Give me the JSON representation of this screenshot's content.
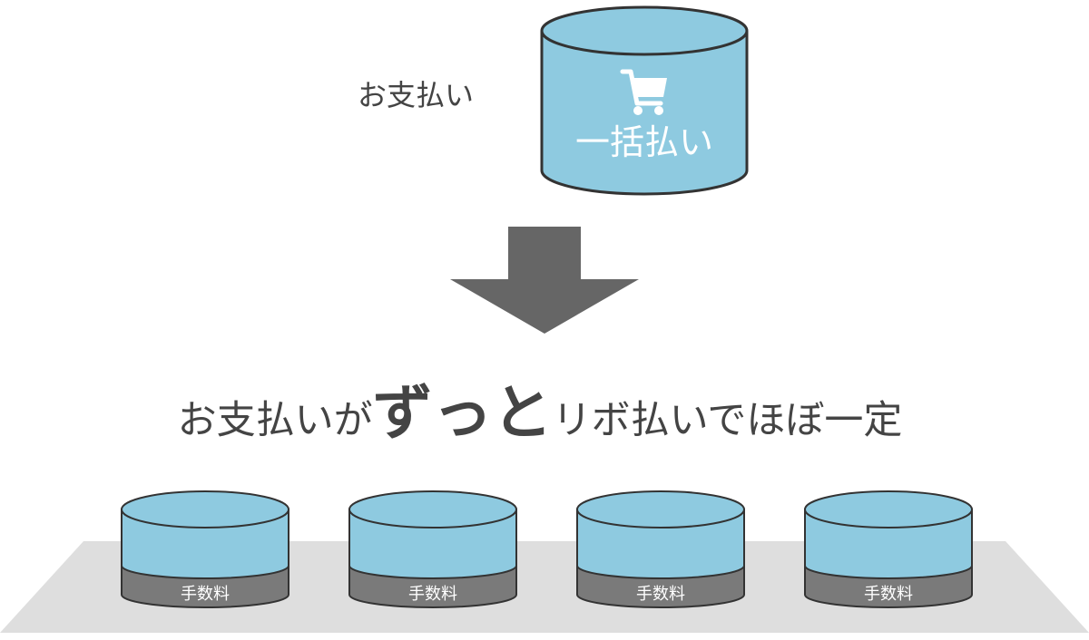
{
  "top": {
    "label": "お支払い",
    "cylinder_text": "一括払い",
    "icon": "shopping-cart-icon"
  },
  "arrow": {
    "icon": "arrow-down-icon"
  },
  "headline": {
    "part1": "お支払いが",
    "emphasis": "ずっと",
    "part2": "リボ払いでほぼ一定"
  },
  "installments": [
    {
      "fee_label": "手数料"
    },
    {
      "fee_label": "手数料"
    },
    {
      "fee_label": "手数料"
    },
    {
      "fee_label": "手数料"
    }
  ],
  "colors": {
    "cylinder_fill": "#8ecae0",
    "cylinder_stroke": "#333333",
    "fee_band": "#7a7a7a",
    "arrow": "#666666",
    "platform": "#dedede",
    "text": "#444444"
  }
}
